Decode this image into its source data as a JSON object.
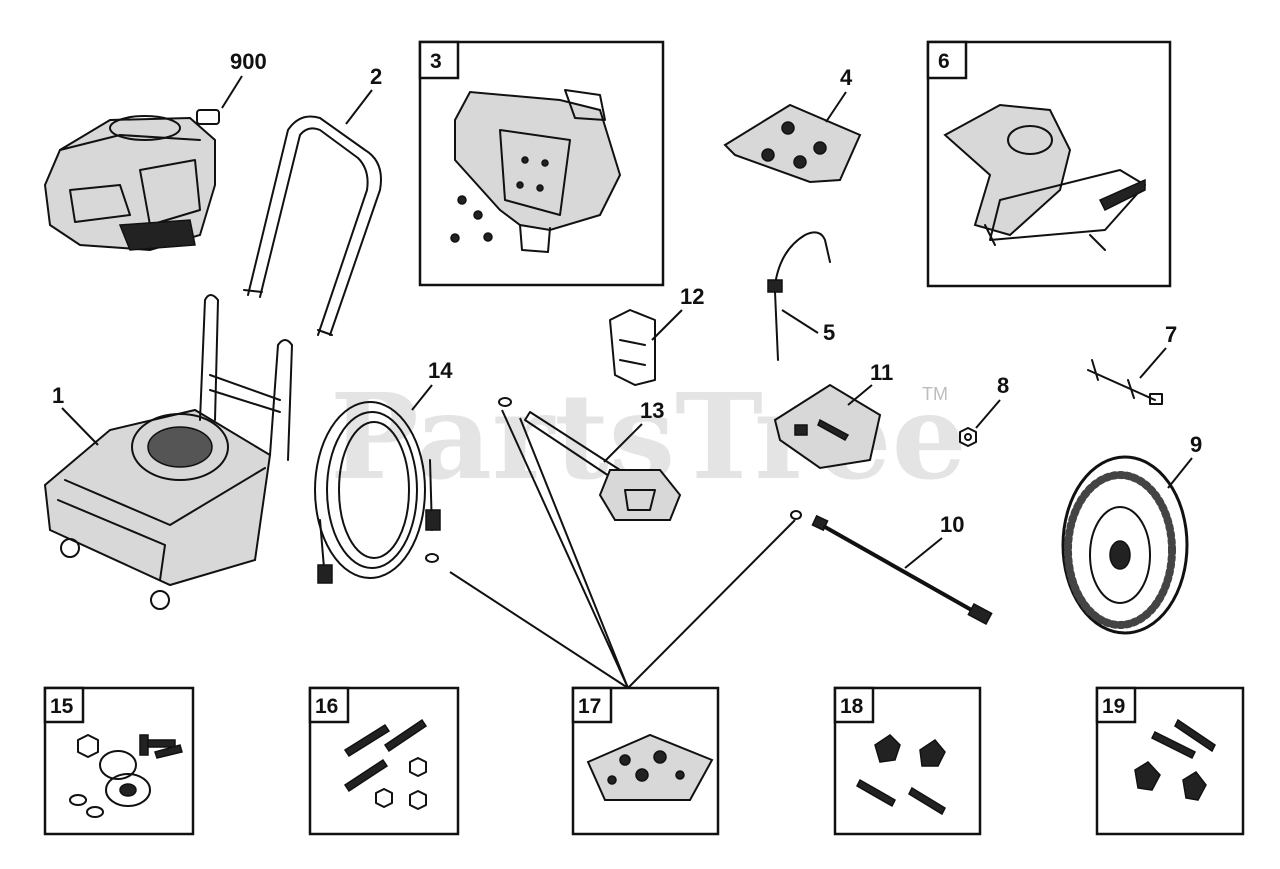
{
  "watermark": {
    "text": "PartsTree",
    "mark": "TM"
  },
  "callouts": {
    "c900": "900",
    "c1": "1",
    "c2": "2",
    "c4": "4",
    "c5": "5",
    "c7": "7",
    "c8": "8",
    "c9": "9",
    "c10": "10",
    "c11": "11",
    "c12": "12",
    "c13": "13",
    "c14": "14"
  },
  "boxes": {
    "b3": "3",
    "b6": "6",
    "b15": "15",
    "b16": "16",
    "b17": "17",
    "b18": "18",
    "b19": "19"
  },
  "parts": [
    {
      "id": "900",
      "icon": "engine-icon"
    },
    {
      "id": "1",
      "icon": "frame-base-icon"
    },
    {
      "id": "2",
      "icon": "handle-icon"
    },
    {
      "id": "3",
      "icon": "control-panel-icon"
    },
    {
      "id": "4",
      "icon": "hardware-bag-icon"
    },
    {
      "id": "5",
      "icon": "dipstick-icon"
    },
    {
      "id": "6",
      "icon": "pump-icon"
    },
    {
      "id": "7",
      "icon": "axle-bolt-icon"
    },
    {
      "id": "8",
      "icon": "nut-icon"
    },
    {
      "id": "9",
      "icon": "wheel-icon"
    },
    {
      "id": "10",
      "icon": "lance-icon"
    },
    {
      "id": "11",
      "icon": "hardware-bag-icon"
    },
    {
      "id": "12",
      "icon": "holder-icon"
    },
    {
      "id": "13",
      "icon": "spray-gun-icon"
    },
    {
      "id": "14",
      "icon": "hose-icon"
    },
    {
      "id": "15",
      "icon": "hardware-kit-icon"
    },
    {
      "id": "16",
      "icon": "hardware-kit-icon"
    },
    {
      "id": "17",
      "icon": "hardware-bag-icon"
    },
    {
      "id": "18",
      "icon": "knob-kit-icon"
    },
    {
      "id": "19",
      "icon": "knob-kit-icon"
    }
  ]
}
